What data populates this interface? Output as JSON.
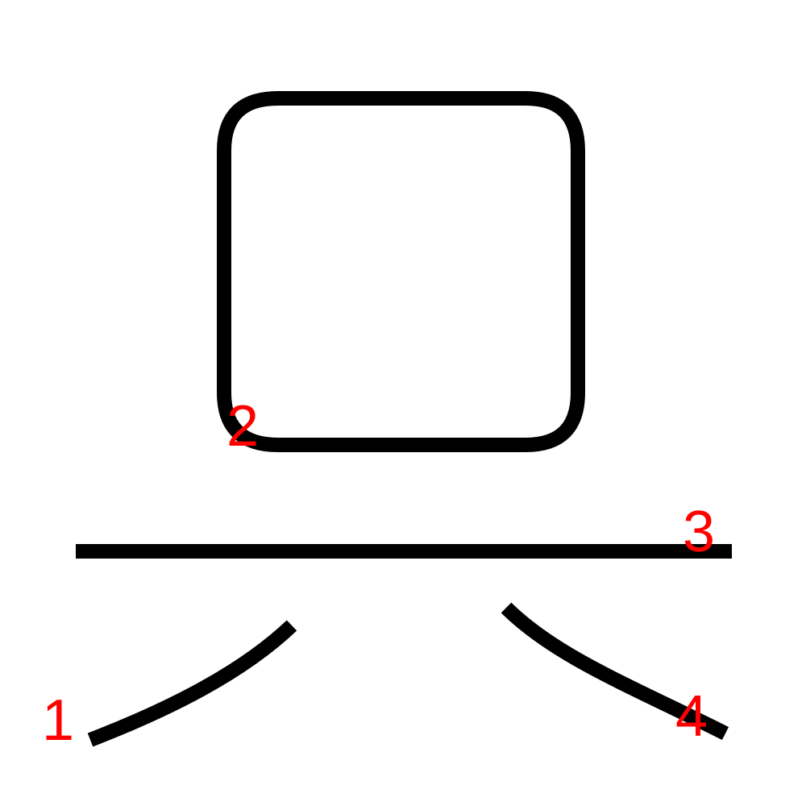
{
  "colors": {
    "background": "#ffffff",
    "stroke": "#000000",
    "label": "#ff0000"
  },
  "strokes": [
    {
      "label": "1"
    },
    {
      "label": "2"
    },
    {
      "label": "3"
    },
    {
      "label": "4"
    }
  ]
}
